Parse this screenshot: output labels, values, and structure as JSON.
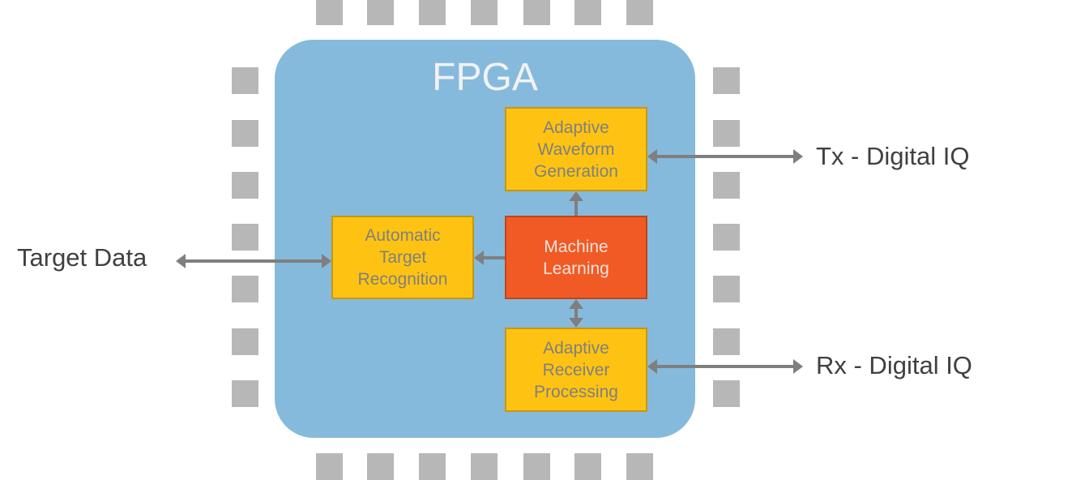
{
  "title": "FPGA",
  "blocks": {
    "waveform": {
      "lines": [
        "Adaptive",
        "Waveform",
        "Generation"
      ]
    },
    "ml": {
      "lines": [
        "Machine",
        "Learning"
      ]
    },
    "atr": {
      "lines": [
        "Automatic",
        "Target",
        "Recognition"
      ]
    },
    "receiver": {
      "lines": [
        "Adaptive",
        "Receiver",
        "Processing"
      ]
    }
  },
  "external": {
    "target_data": "Target Data",
    "tx": "Tx - Digital IQ",
    "rx": "Rx - Digital IQ"
  },
  "connections": [
    {
      "from": "ml",
      "to": "waveform",
      "direction": "one-way"
    },
    {
      "from": "ml",
      "to": "atr",
      "direction": "one-way"
    },
    {
      "from": "ml",
      "to": "receiver",
      "direction": "bidirectional"
    },
    {
      "from": "target_data",
      "to": "atr",
      "direction": "bidirectional"
    },
    {
      "from": "waveform",
      "to": "tx",
      "direction": "bidirectional"
    },
    {
      "from": "receiver",
      "to": "rx",
      "direction": "bidirectional"
    }
  ],
  "colors": {
    "chip": "#86BADD",
    "block": "#FEC312",
    "ml_block": "#F15A24",
    "pin": "#B7B7B7",
    "arrow": "#7F7F7F"
  }
}
